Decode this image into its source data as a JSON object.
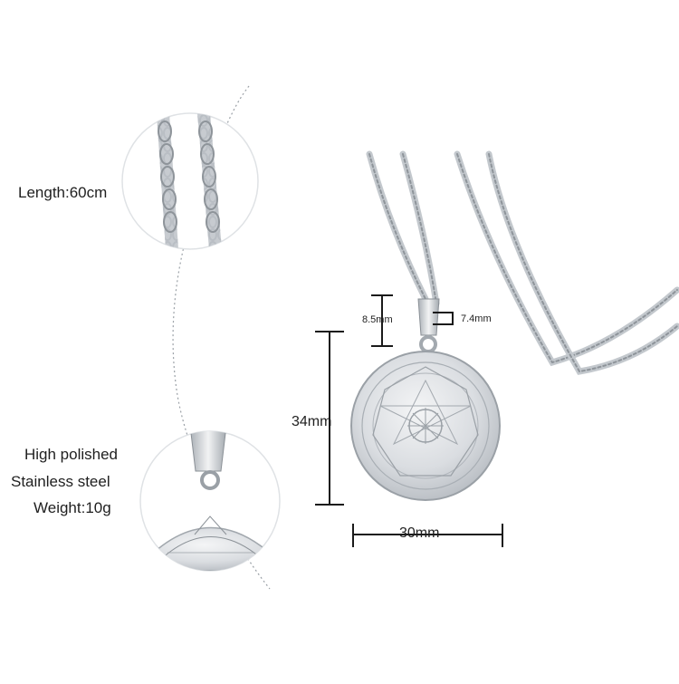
{
  "specs": {
    "length": "Length:60cm",
    "finish": "High polished",
    "material": "Stainless steel",
    "weight": "Weight:10g"
  },
  "dimensions": {
    "bail_height": "8.5mm",
    "bail_width": "7.4mm",
    "pendant_height": "34mm",
    "pendant_width": "30mm"
  },
  "colors": {
    "background": "#ffffff",
    "metal": "#c9cdd2",
    "metal_shadow": "#9aa0a6",
    "dimension_lines": "#1a1a1a"
  },
  "icons": {
    "pendant": "seven-archangels-seal-pendant",
    "chain": "curb-chain",
    "bail": "pendant-bail"
  }
}
